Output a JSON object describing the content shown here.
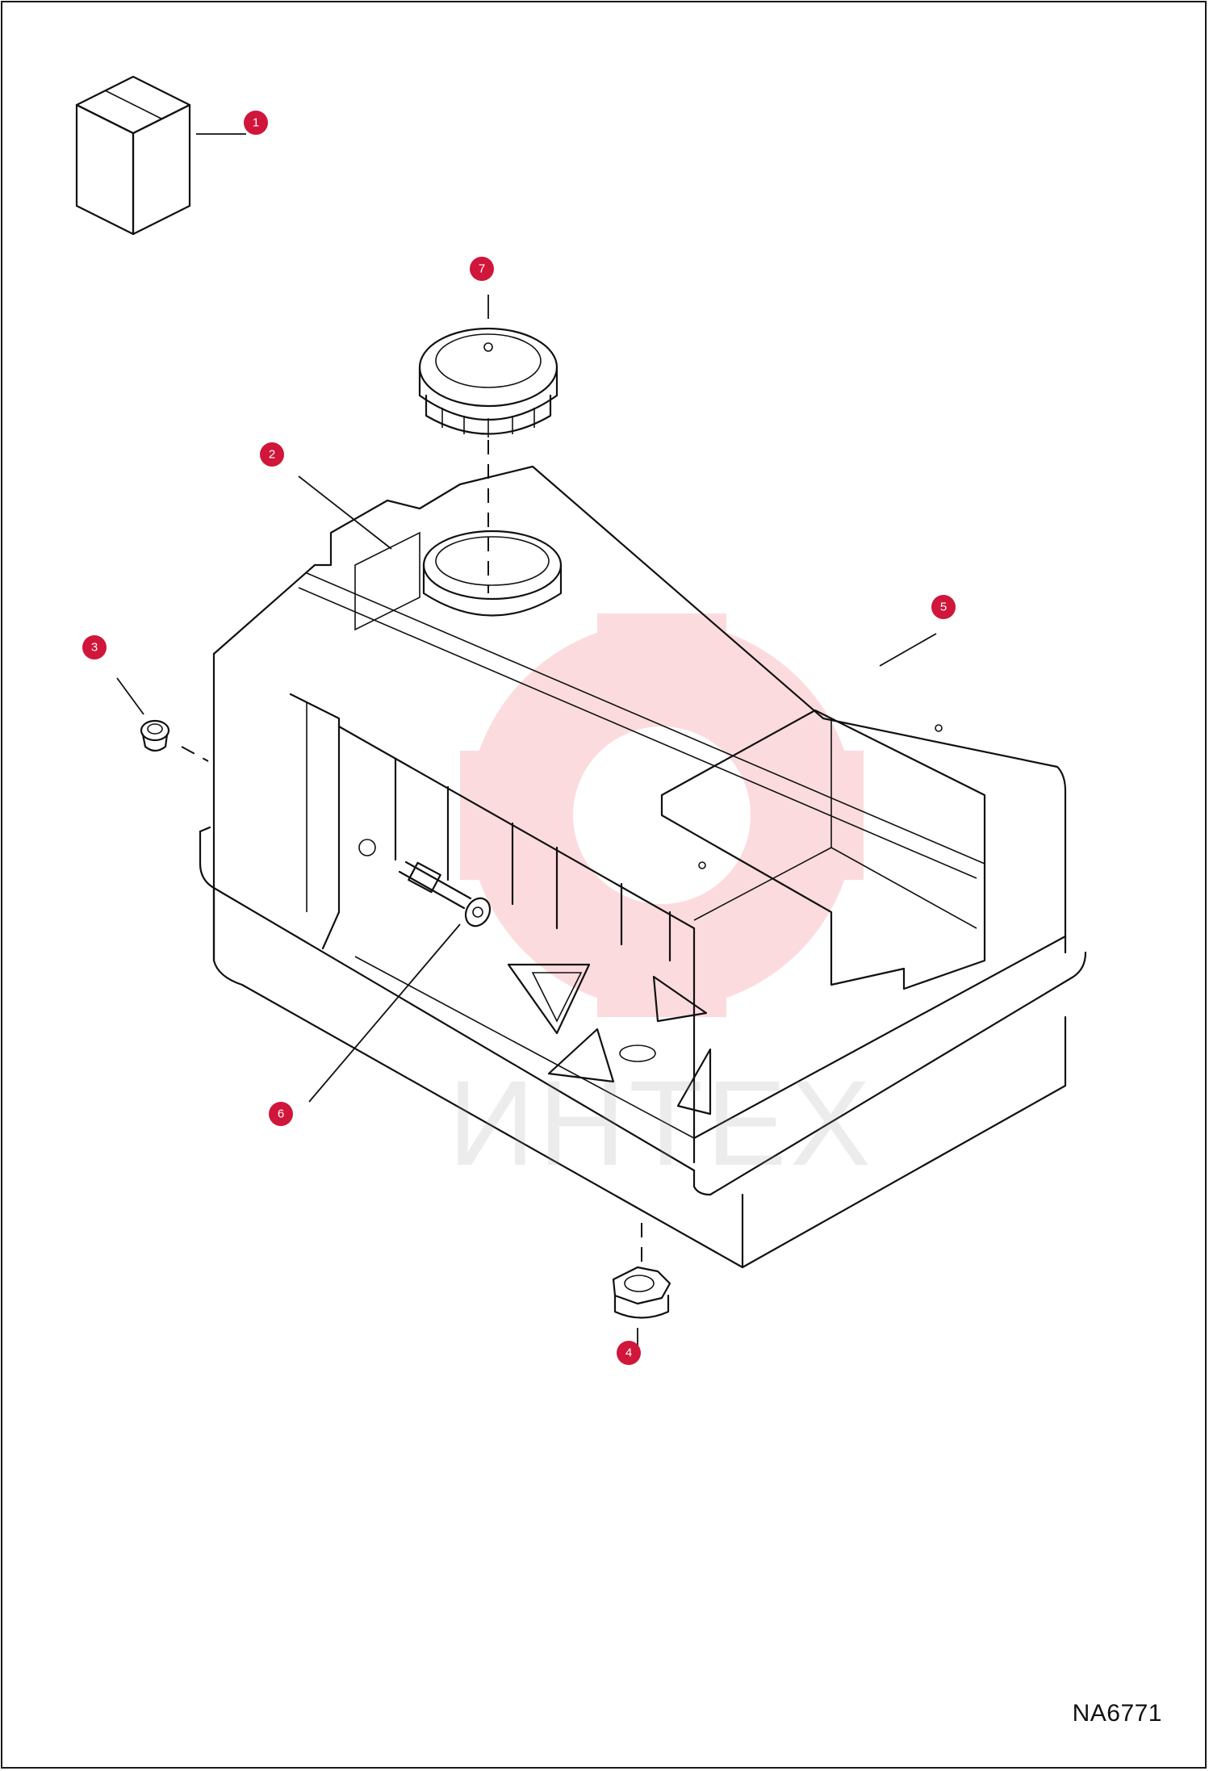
{
  "diagram": {
    "drawing_number": "NA6771",
    "watermark": "ИНТЕХ",
    "callouts": [
      {
        "id": "1",
        "label": "1"
      },
      {
        "id": "2",
        "label": "2"
      },
      {
        "id": "3",
        "label": "3"
      },
      {
        "id": "4",
        "label": "4"
      },
      {
        "id": "5",
        "label": "5"
      },
      {
        "id": "6",
        "label": "6"
      },
      {
        "id": "7",
        "label": "7"
      }
    ],
    "colors": {
      "callout": "#d0163a",
      "line": "#111111",
      "watermark": "#f2a5ad"
    }
  }
}
